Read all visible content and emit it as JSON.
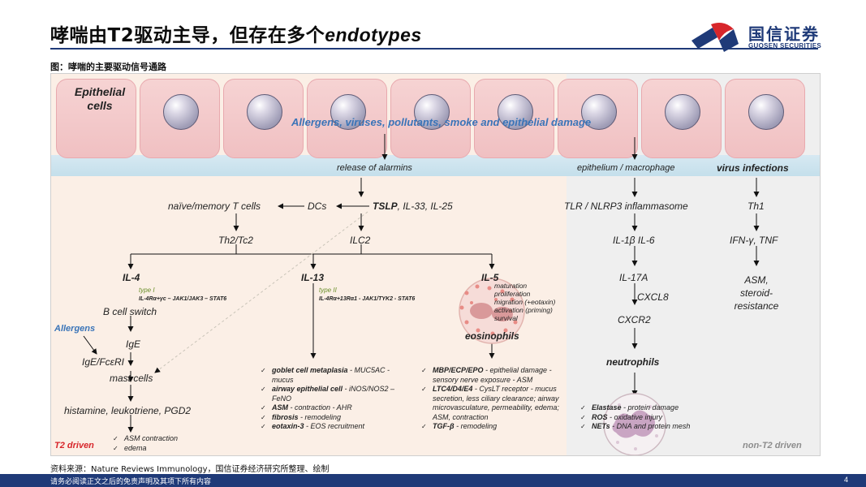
{
  "header": {
    "title_cn": "哮喘由T2驱动主导，但存在多个",
    "title_italic": "endotypes",
    "logo_cn": "国信证券",
    "logo_en": "GUOSEN SECURITIES"
  },
  "figure": {
    "caption": "图：哮喘的主要驱动信号通路"
  },
  "diagram": {
    "epithelial_label": "Epithelial cells",
    "triggers": "Allergens, viruses, pollutants, smoke and epithelial damage",
    "release_alarmins": "release of alarmins",
    "epithelium_macrophage": "epithelium / macrophage",
    "virus_infections": "virus infections",
    "naive_t": "naïve/memory T cells",
    "dcs": "DCs",
    "tslp": "TSLP",
    "il33_il25": ", IL-33, IL-25",
    "th2": "Th2/Tc2",
    "ilc2": "ILC2",
    "tlr": "TLR / NLRP3 inflammasome",
    "th1": "Th1",
    "il1b_il6": "IL-1β IL-6",
    "ifn_tnf": "IFN-γ, TNF",
    "il17a": "IL-17A",
    "asm_steroid": "ASM, steroid-resistance",
    "cxcl8": "CXCL8",
    "cxcr2": "CXCR2",
    "neutrophils": "neutrophils",
    "il4": "IL-4",
    "il13": "IL-13",
    "il5": "IL-5",
    "type1": "type I",
    "type2": "type II",
    "il4_receptor": "IL-4Rα+γc – JAK1/JAK3 – STAT6",
    "il13_receptor": "IL-4Rα+13Rα1 - JAK1/TYK2 - STAT6",
    "b_cell_switch": "B cell switch",
    "allergens": "Allergens",
    "ige": "IgE",
    "ige_fceri": "IgE/FcεRI",
    "mast_cells": "mast cells",
    "mediators": "histamine, leukotriene, PGD2",
    "il5_effects": [
      "maturation",
      "proliferation",
      "migration (+eotaxin)",
      "activation (priming)",
      "survival"
    ],
    "eosinophils": "eosinophils",
    "t2_driven": "T2 driven",
    "non_t2_driven": "non-T2 driven",
    "mast_outcomes": [
      {
        "b": "",
        "t": "ASM contraction"
      },
      {
        "b": "",
        "t": "edema"
      }
    ],
    "il13_outcomes": [
      {
        "b": "goblet cell metaplasia",
        "t": " - MUC5AC - mucus"
      },
      {
        "b": "airway epithelial cell",
        "t": " - iNOS/NOS2 – FeNO"
      },
      {
        "b": "ASM",
        "t": " - contraction - AHR"
      },
      {
        "b": "fibrosis",
        "t": " - remodeling"
      },
      {
        "b": "eotaxin-3",
        "t": " - EOS recruitment"
      }
    ],
    "eos_outcomes": [
      {
        "b": "MBP/ECP/EPO",
        "t": " - epithelial damage - sensory nerve exposure - ASM"
      },
      {
        "b": "LTC4/D4/E4",
        "t": " - CysLT receptor - mucus secretion, less ciliary clearance; airway microvasculature, permeability, edema; ASM, contraction"
      },
      {
        "b": "TGF-β",
        "t": " - remodeling"
      }
    ],
    "neut_outcomes": [
      {
        "b": "Elastase",
        "t": " - protein damage"
      },
      {
        "b": "ROS",
        "t": " - oxidative injury"
      },
      {
        "b": "NETs",
        "t": " - DNA and protein mesh"
      }
    ]
  },
  "source": "资料来源：Nature Reviews Immunology，国信证券经济研究所整理、绘制",
  "footer": {
    "disclaimer": "请务必阅读正文之后的免责声明及其项下所有内容",
    "page": "4"
  },
  "colors": {
    "brand_blue": "#1f3a78",
    "logo_red": "#d7262b",
    "t2_panel": "#fbefe6",
    "non_t2_panel": "#efefef",
    "accent_blue_text": "#3a74b8",
    "t2_label_red": "#d7262b"
  }
}
